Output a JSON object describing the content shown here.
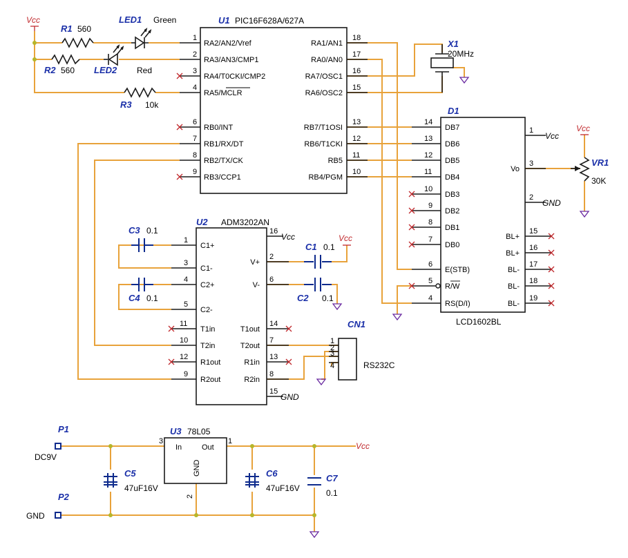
{
  "u1": {
    "ref": "U1",
    "part": "PIC16F628A/627A",
    "left": [
      {
        "n": "1",
        "s": "RA2/AN2/Vref"
      },
      {
        "n": "2",
        "s": "RA3/AN3/CMP1"
      },
      {
        "n": "3",
        "s": "RA4/T0CKI/CMP2"
      },
      {
        "n": "4",
        "s": "RA5/MCLR"
      },
      {
        "n": "6",
        "s": "RB0/INT"
      },
      {
        "n": "7",
        "s": "RB1/RX/DT"
      },
      {
        "n": "8",
        "s": "RB2/TX/CK"
      },
      {
        "n": "9",
        "s": "RB3/CCP1"
      }
    ],
    "right": [
      {
        "n": "18",
        "s": "RA1/AN1"
      },
      {
        "n": "17",
        "s": "RA0/AN0"
      },
      {
        "n": "16",
        "s": "RA7/OSC1"
      },
      {
        "n": "15",
        "s": "RA6/OSC2"
      },
      {
        "n": "13",
        "s": "RB7/T1OSI"
      },
      {
        "n": "12",
        "s": "RB6/T1CKI"
      },
      {
        "n": "11",
        "s": "RB5"
      },
      {
        "n": "10",
        "s": "RB4/PGM"
      }
    ]
  },
  "d1": {
    "ref": "D1",
    "part": "LCD1602BL",
    "left": [
      {
        "n": "14",
        "s": "DB7"
      },
      {
        "n": "13",
        "s": "DB6"
      },
      {
        "n": "12",
        "s": "DB5"
      },
      {
        "n": "11",
        "s": "DB4"
      },
      {
        "n": "10",
        "s": "DB3"
      },
      {
        "n": "9",
        "s": "DB2"
      },
      {
        "n": "8",
        "s": "DB1"
      },
      {
        "n": "7",
        "s": "DB0"
      },
      {
        "n": "6",
        "s": "E(STB)"
      },
      {
        "n": "5",
        "s": "R/W"
      },
      {
        "n": "4",
        "s": "RS(D/I)"
      }
    ],
    "right": [
      {
        "n": "1",
        "s": "Vcc"
      },
      {
        "n": "3",
        "s": "Vo"
      },
      {
        "n": "2",
        "s": "GND"
      },
      {
        "n": "15",
        "s": "BL+"
      },
      {
        "n": "16",
        "s": "BL+"
      },
      {
        "n": "17",
        "s": "BL-"
      },
      {
        "n": "18",
        "s": "BL-"
      },
      {
        "n": "19",
        "s": "BL-"
      }
    ]
  },
  "u2": {
    "ref": "U2",
    "part": "ADM3202AN",
    "left": [
      {
        "n": "1",
        "s": "C1+"
      },
      {
        "n": "3",
        "s": "C1-"
      },
      {
        "n": "4",
        "s": "C2+"
      },
      {
        "n": "5",
        "s": "C2-"
      },
      {
        "n": "11",
        "s": "T1in"
      },
      {
        "n": "10",
        "s": "T2in"
      },
      {
        "n": "12",
        "s": "R1out"
      },
      {
        "n": "9",
        "s": "R2out"
      }
    ],
    "right": [
      {
        "n": "16",
        "s": "Vcc"
      },
      {
        "n": "2",
        "s": "V+"
      },
      {
        "n": "6",
        "s": "V-"
      },
      {
        "n": "14",
        "s": "T1out"
      },
      {
        "n": "7",
        "s": "T2out"
      },
      {
        "n": "13",
        "s": "R1in"
      },
      {
        "n": "8",
        "s": "R2in"
      },
      {
        "n": "15",
        "s": "GND"
      }
    ]
  },
  "u3": {
    "ref": "U3",
    "part": "78L05",
    "in": "In",
    "out": "Out",
    "gnd": "GND",
    "pin_in": "3",
    "pin_out": "1",
    "pin_gnd": "2"
  },
  "parts": {
    "r1": {
      "ref": "R1",
      "val": "560"
    },
    "r2": {
      "ref": "R2",
      "val": "560"
    },
    "r3": {
      "ref": "R3",
      "val": "10k"
    },
    "led1": {
      "ref": "LED1",
      "val": "Green"
    },
    "led2": {
      "ref": "LED2",
      "val": "Red"
    },
    "x1": {
      "ref": "X1",
      "val": "20MHz"
    },
    "vr1": {
      "ref": "VR1",
      "val": "30K"
    },
    "c1": {
      "ref": "C1",
      "val": "0.1"
    },
    "c2": {
      "ref": "C2",
      "val": "0.1"
    },
    "c3": {
      "ref": "C3",
      "val": "0.1"
    },
    "c4": {
      "ref": "C4",
      "val": "0.1"
    },
    "c5": {
      "ref": "C5",
      "val": "47uF16V"
    },
    "c6": {
      "ref": "C6",
      "val": "47uF16V"
    },
    "c7": {
      "ref": "C7",
      "val": "0.1"
    },
    "cn1": {
      "ref": "CN1",
      "val": "RS232C",
      "pins": [
        "1",
        "2",
        "3",
        "4"
      ]
    },
    "p1": {
      "ref": "P1",
      "val": "DC9V"
    },
    "p2": {
      "ref": "P2",
      "val": "GND"
    }
  },
  "nets": {
    "vcc": "Vcc",
    "gnd": "GND"
  }
}
